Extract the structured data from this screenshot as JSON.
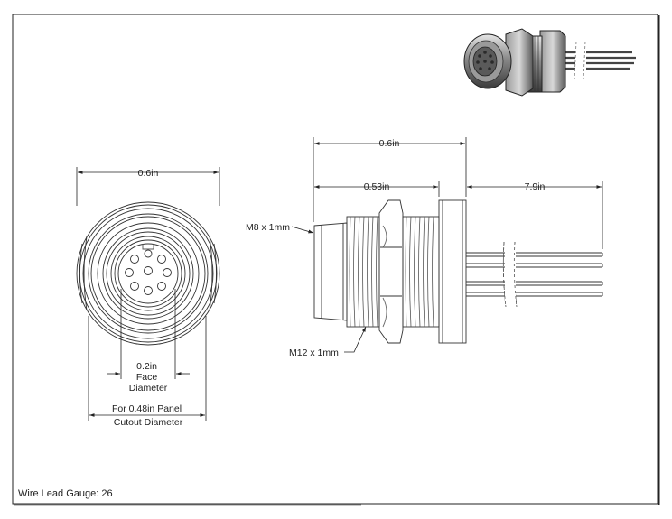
{
  "drawing": {
    "front_view": {
      "width_dim": "0.6in",
      "face_dim": [
        "0.2in",
        "Face",
        "Diameter"
      ],
      "panel_dim": [
        "For 0.48in Panel",
        "Cutout Diameter"
      ]
    },
    "side_view": {
      "overall_dim": "0.6in",
      "body_dim": "0.53in",
      "wire_dim": "7.9in",
      "thread_front": "M8 x 1mm",
      "thread_panel": "M12 x 1mm"
    },
    "footer": {
      "wire_gauge": "Wire Lead Gauge: 26"
    }
  }
}
